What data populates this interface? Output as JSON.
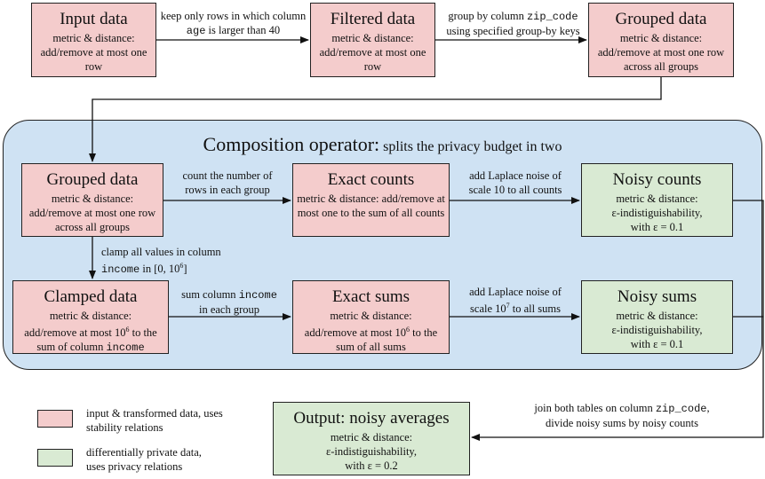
{
  "input": {
    "title": "Input data",
    "subtitle": "metric & distance: add/remove at most one row"
  },
  "filtered": {
    "title": "Filtered data",
    "subtitle": "metric & distance: add/remove at most one row"
  },
  "grouped_top": {
    "title": "Grouped data",
    "subtitle": "metric & distance: add/remove at most one row across all groups"
  },
  "edge_filter": {
    "pre": "keep only rows in which column",
    "code": "age",
    "post": "is larger than 40"
  },
  "edge_group": {
    "pre": "group by column",
    "code": "zip_code",
    "post": "using specified group-by keys"
  },
  "composition": {
    "title": "Composition operator:",
    "subtitle": "splits the privacy budget in two"
  },
  "grouped": {
    "title": "Grouped data",
    "subtitle": "metric & distance: add/remove at most one row across all groups"
  },
  "exact_counts": {
    "title": "Exact counts",
    "subtitle": "metric & distance: add/remove at most one to the sum of all counts"
  },
  "noisy_counts": {
    "title": "Noisy counts",
    "line1": "metric & distance:",
    "line2": "ε-indistiguishability,",
    "line3": "with ε = 0.1"
  },
  "clamped": {
    "title": "Clamped data",
    "line1": "metric & distance:",
    "line2_pre": "add/remove at most 10",
    "line2_sup": "6",
    "line2_post": "to the",
    "line3_pre": "sum of column",
    "line3_code": "income"
  },
  "exact_sums": {
    "title": "Exact sums",
    "line1": "metric & distance:",
    "line2_pre": "add/remove at most 10",
    "line2_sup": "6",
    "line2_post": "to the",
    "line3": "sum of all sums"
  },
  "noisy_sums": {
    "title": "Noisy sums",
    "line1": "metric & distance:",
    "line2": "ε-indistiguishability,",
    "line3": "with ε = 0.1"
  },
  "edge_count": {
    "line1": "count the number of",
    "line2": "rows in each group"
  },
  "edge_laplace_counts": {
    "line1": "add Laplace noise of",
    "line2": "scale 10 to all counts"
  },
  "edge_clamp": {
    "line1": "clamp all values in column",
    "code": "income",
    "line2_pre": "in [0, 10",
    "line2_sup": "6",
    "line2_post": "]"
  },
  "edge_sum": {
    "pre": "sum column",
    "code": "income",
    "line2": "in each group"
  },
  "edge_laplace_sums": {
    "line1": "add Laplace noise of",
    "line2_pre": "scale 10",
    "line2_sup": "7",
    "line2_post": "to all sums"
  },
  "output": {
    "title": "Output: noisy averages",
    "line1": "metric & distance:",
    "line2": "ε-indistiguishability,",
    "line3": "with ε = 0.2"
  },
  "edge_join": {
    "pre": "join both tables on column",
    "code": "zip_code",
    "post": ",",
    "line2": "divide noisy sums by noisy counts"
  },
  "legend": {
    "pink_label1": "input & transformed data, uses",
    "pink_label2": "stability relations",
    "green_label1": "differentially private data,",
    "green_label2": "uses privacy relations",
    "pink_color": "#f4cccc",
    "green_color": "#d9ead3"
  },
  "colors": {
    "pink": "#f4cccc",
    "green": "#d9ead3",
    "composition_bg": "#cfe2f3"
  }
}
